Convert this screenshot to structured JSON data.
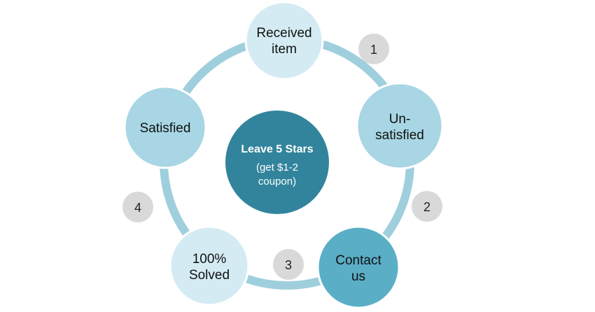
{
  "colors": {
    "ring": "#9fcfdd",
    "node_light": "#d4ebf3",
    "node_mid": "#a8d6e4",
    "node_dark": "#5aaec6",
    "center": "#31849b",
    "badge": "#d9d9d9"
  },
  "center": {
    "title": "Leave 5 Stars",
    "sub_line1": "(get $1-2",
    "sub_line2": "coupon)"
  },
  "nodes": {
    "received": {
      "line1": "Received",
      "line2": "item"
    },
    "unsatisfied": {
      "line1": "Un-",
      "line2": "satisfied"
    },
    "contact": {
      "line1": "Contact",
      "line2": "us"
    },
    "solved": {
      "line1": "100%",
      "line2": "Solved"
    },
    "satisfied": {
      "line1": "Satisfied"
    }
  },
  "steps": [
    "1",
    "2",
    "3",
    "4"
  ]
}
